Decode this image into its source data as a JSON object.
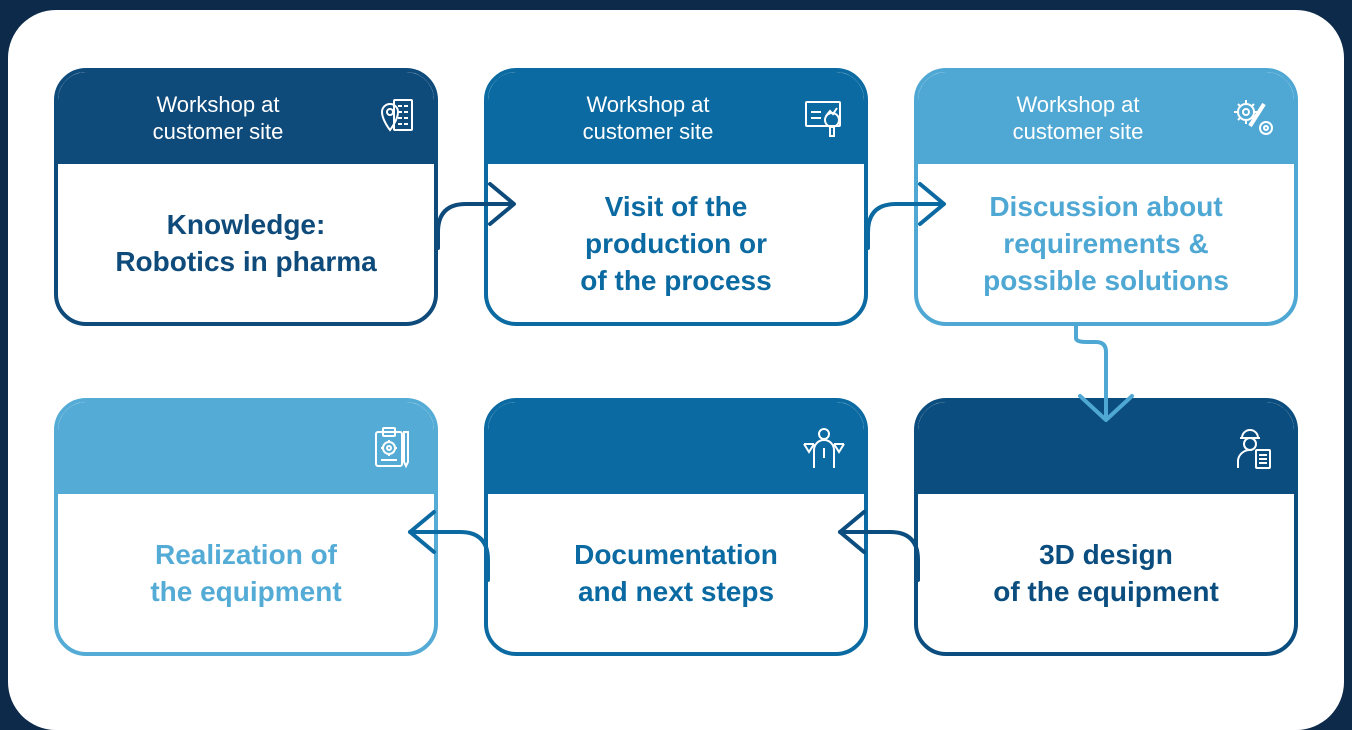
{
  "colors": {
    "background": "#0d2a4a",
    "step_colors": [
      "#0e4a7a",
      "#0a6aa1",
      "#4fa8d4",
      "#0a4d7e",
      "#0a6aa1",
      "#54acd6"
    ]
  },
  "steps": [
    {
      "header": "Workshop at\ncustomer site",
      "title": "Knowledge:\nRobotics in pharma",
      "icon": "location-building-icon"
    },
    {
      "header": "Workshop at\ncustomer site",
      "title": "Visit of the\nproduction or\nof the process",
      "icon": "presentation-board-icon"
    },
    {
      "header": "Workshop at\ncustomer site",
      "title": "Discussion about\nrequirements &\npossible solutions",
      "icon": "gear-wrench-icon"
    },
    {
      "header": "",
      "title": "3D design\nof the equipment",
      "icon": "engineer-clipboard-icon"
    },
    {
      "header": "",
      "title": "Documentation\nand next steps",
      "icon": "person-balance-icon"
    },
    {
      "header": "",
      "title": "Realization of\nthe equipment",
      "icon": "clipboard-gear-pen-icon"
    }
  ]
}
